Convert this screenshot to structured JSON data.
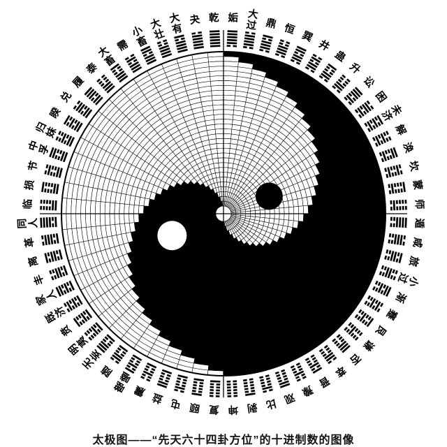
{
  "caption": "太极图——“先天六十四卦方位”的十进制数的图像",
  "diagram": {
    "type": "taiji-hexagram-wheel",
    "arrangement": "先天六十四卦方位",
    "order": "clockwise-from-top-starting-right-of-vertical-axis",
    "sectors": 64,
    "rings": 32,
    "fill_rule": {
      "right_half": "black cells from rim = 32 - value",
      "left_half": "black cells from center = 63 - value"
    },
    "colors": {
      "yang": "#ffffff",
      "yin": "#000000",
      "ink": "#000000",
      "background": "#ffffff"
    },
    "hexagrams": [
      {
        "name": "姤",
        "value": 31
      },
      {
        "name": "大过",
        "value": 30
      },
      {
        "name": "鼎",
        "value": 29
      },
      {
        "name": "恒",
        "value": 28
      },
      {
        "name": "巽",
        "value": 27
      },
      {
        "name": "井",
        "value": 26
      },
      {
        "name": "蛊",
        "value": 25
      },
      {
        "name": "升",
        "value": 24
      },
      {
        "name": "讼",
        "value": 23
      },
      {
        "name": "困",
        "value": 22
      },
      {
        "name": "未济",
        "value": 21
      },
      {
        "name": "解",
        "value": 20
      },
      {
        "name": "涣",
        "value": 19
      },
      {
        "name": "坎",
        "value": 18
      },
      {
        "name": "蒙",
        "value": 17
      },
      {
        "name": "师",
        "value": 16
      },
      {
        "name": "遁",
        "value": 15
      },
      {
        "name": "咸",
        "value": 14
      },
      {
        "name": "旅",
        "value": 13
      },
      {
        "name": "小过",
        "value": 12
      },
      {
        "name": "渐",
        "value": 11
      },
      {
        "name": "蹇",
        "value": 10
      },
      {
        "name": "艮",
        "value": 9
      },
      {
        "name": "谦",
        "value": 8
      },
      {
        "name": "否",
        "value": 7
      },
      {
        "name": "萃",
        "value": 6
      },
      {
        "name": "晋",
        "value": 5
      },
      {
        "name": "豫",
        "value": 4
      },
      {
        "name": "观",
        "value": 3
      },
      {
        "name": "比",
        "value": 2
      },
      {
        "name": "剥",
        "value": 1
      },
      {
        "name": "坤",
        "value": 0
      },
      {
        "name": "复",
        "value": 32
      },
      {
        "name": "颐",
        "value": 33
      },
      {
        "name": "屯",
        "value": 34
      },
      {
        "name": "益",
        "value": 35
      },
      {
        "name": "震",
        "value": 36
      },
      {
        "name": "噬嗑",
        "value": 37
      },
      {
        "name": "随",
        "value": 38
      },
      {
        "name": "无妄",
        "value": 39
      },
      {
        "name": "明夷",
        "value": 40
      },
      {
        "name": "贲",
        "value": 41
      },
      {
        "name": "既济",
        "value": 42
      },
      {
        "name": "家人",
        "value": 43
      },
      {
        "name": "丰",
        "value": 44
      },
      {
        "name": "离",
        "value": 45
      },
      {
        "name": "革",
        "value": 46
      },
      {
        "name": "同人",
        "value": 47
      },
      {
        "name": "临",
        "value": 48
      },
      {
        "name": "损",
        "value": 49
      },
      {
        "name": "节",
        "value": 50
      },
      {
        "name": "中孚",
        "value": 51
      },
      {
        "name": "归妹",
        "value": 52
      },
      {
        "name": "睽",
        "value": 53
      },
      {
        "name": "兑",
        "value": 54
      },
      {
        "name": "履",
        "value": 55
      },
      {
        "name": "泰",
        "value": 56
      },
      {
        "name": "大畜",
        "value": 57
      },
      {
        "name": "需",
        "value": 58
      },
      {
        "name": "小畜",
        "value": 59
      },
      {
        "name": "大壮",
        "value": 60
      },
      {
        "name": "大有",
        "value": 61
      },
      {
        "name": "夬",
        "value": 62
      },
      {
        "name": "乾",
        "value": 63
      }
    ]
  }
}
